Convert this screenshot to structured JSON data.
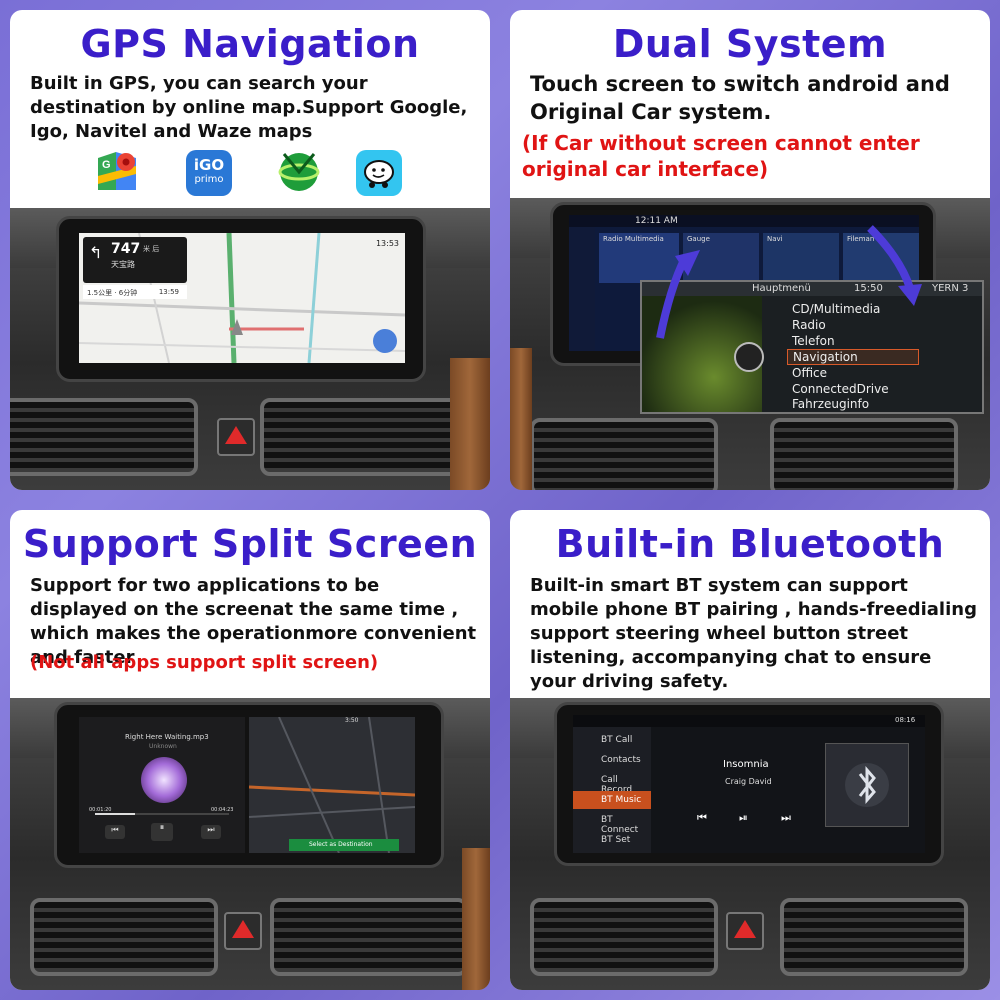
{
  "panels": {
    "gps": {
      "title": "GPS Navigation",
      "desc": "Built in GPS, you can search your destination by online map.Support Google, Igo, Navitel and Waze maps",
      "app_icons": [
        "google-maps-icon",
        "igo-primo-icon",
        "navitel-icon",
        "waze-icon"
      ],
      "igo_label": "iGO",
      "igo_sub": "primo",
      "screen": {
        "distance": "747",
        "unit": "米 后",
        "street": "天宝路",
        "eta_left": "1.5公里 · 6分钟",
        "eta_right": "13:59",
        "clock": "13:53"
      }
    },
    "dual": {
      "title": "Dual System",
      "desc": "Touch screen to switch android and Original Car system.",
      "warn": "(If Car without screen cannot enter original car interface)",
      "android_time": "12:11 AM",
      "android_tiles": [
        "Radio Multimedia",
        "Gauge",
        "Navi",
        "Fileman"
      ],
      "idrive": {
        "header": "Hauptmenü",
        "time": "15:50",
        "corner": "YERN 3",
        "items": [
          "CD/Multimedia",
          "Radio",
          "Telefon",
          "Navigation",
          "Office",
          "ConnectedDrive",
          "Fahrzeuginfo"
        ],
        "selected": "Navigation"
      }
    },
    "split": {
      "title": "Support Split Screen",
      "desc": "Support for two applications to be displayed on the screenat the same time , which makes the operationmore convenient and faster",
      "warn": "(Not all apps support split screen)",
      "song": "Right Here Waiting.mp3",
      "artist": "Unknown",
      "t_start": "00:01:20",
      "t_end": "00:04:23",
      "status_time": "3:50",
      "nav_button": "Select as Destination",
      "progress": 0.3
    },
    "bt": {
      "title": "Built-in Bluetooth",
      "desc": "Built-in smart BT system can support mobile phone BT pairing , hands-freedialing support steering wheel button street listening, accompanying chat to ensure your driving safety.",
      "status_time": "08:16",
      "menu": [
        "BT Call",
        "Contacts",
        "Call Record",
        "BT Music",
        "BT Connect",
        "BT Set"
      ],
      "active": "BT Music",
      "song": "Insomnia",
      "artist": "Craig David"
    }
  },
  "colors": {
    "title": "#3a1ec9",
    "warn": "#e01414",
    "bg": "#7a6fd6"
  }
}
